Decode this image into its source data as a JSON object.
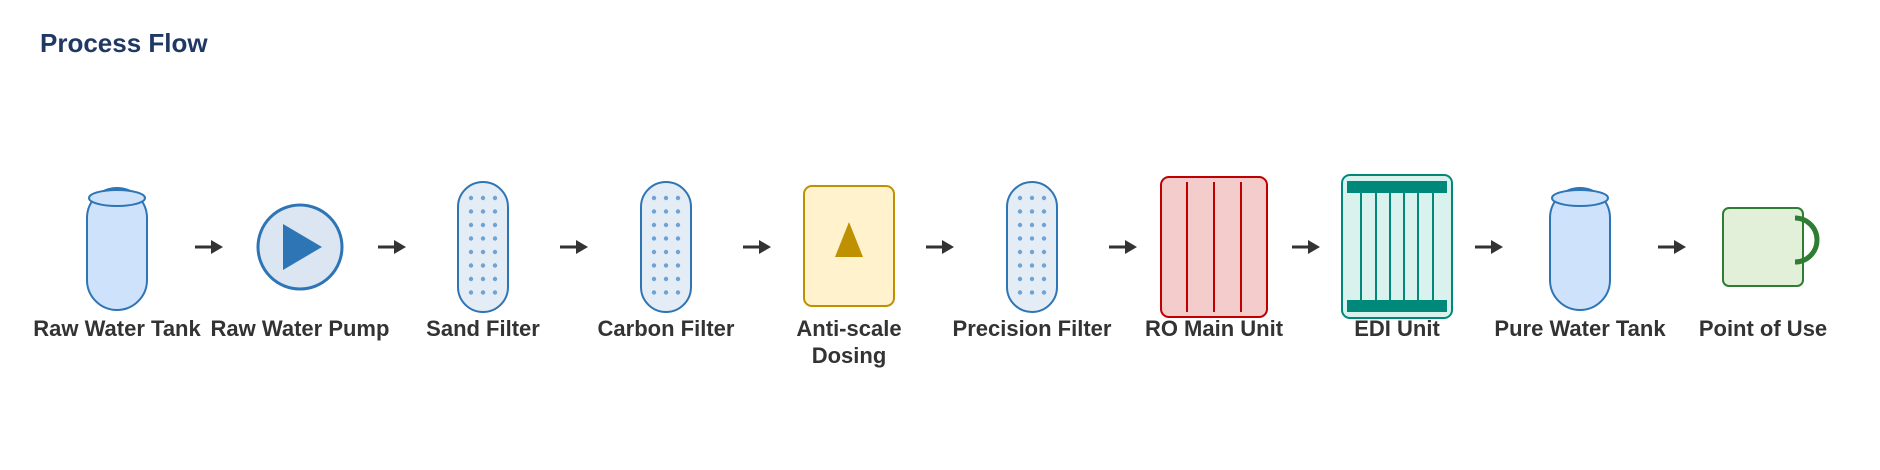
{
  "title": "Process Flow",
  "colors": {
    "title": "#1f3864",
    "label": "#333333",
    "arrow": "#333333",
    "tank_fill": "#cfe2fb",
    "tank_stroke": "#2e75b6",
    "filter_fill": "#e4ecf5",
    "pump_fill": "#dce6f2",
    "pump_triangle": "#2e75b6",
    "dosing_fill": "#fff2cc",
    "dosing_stroke": "#bf9000",
    "ro_fill": "#f4cccc",
    "ro_stroke": "#c00000",
    "edi_fill": "#d9f2ee",
    "edi_stroke": "#00897b",
    "pou_fill": "#e2f0d9",
    "pou_stroke": "#2e7d32"
  },
  "steps": [
    {
      "label": "Raw Water Tank",
      "icon": "tank-icon"
    },
    {
      "label": "Raw Water Pump",
      "icon": "pump-icon"
    },
    {
      "label": "Sand Filter",
      "icon": "filter-icon"
    },
    {
      "label": "Carbon Filter",
      "icon": "filter-icon"
    },
    {
      "label": "Anti-scale Dosing",
      "icon": "dosing-icon"
    },
    {
      "label": "Precision Filter",
      "icon": "filter-icon"
    },
    {
      "label": "RO Main Unit",
      "icon": "ro-membrane-icon"
    },
    {
      "label": "EDI Unit",
      "icon": "edi-stack-icon"
    },
    {
      "label": "Pure Water Tank",
      "icon": "tank-icon"
    },
    {
      "label": "Point of Use",
      "icon": "faucet-cup-icon"
    }
  ]
}
